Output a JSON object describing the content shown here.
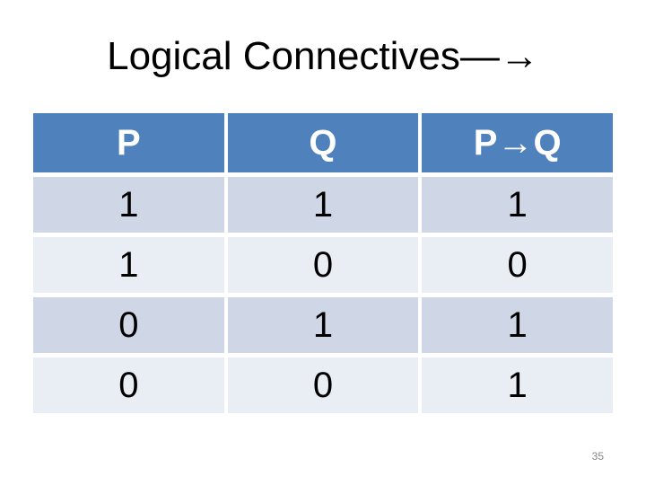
{
  "title": "Logical Connectives—→",
  "table": {
    "headers": [
      "P",
      "Q",
      "P→Q"
    ],
    "rows": [
      [
        "1",
        "1",
        "1"
      ],
      [
        "1",
        "0",
        "0"
      ],
      [
        "0",
        "1",
        "1"
      ],
      [
        "0",
        "0",
        "1"
      ]
    ]
  },
  "page_number": "35",
  "colors": {
    "header_bg": "#4F81BD",
    "header_text": "#FFFFFF",
    "row_odd_bg": "#CFD6E5",
    "row_even_bg": "#E9EDF4",
    "cell_text": "#000000",
    "title_text": "#000000",
    "page_number_color": "#898989"
  }
}
